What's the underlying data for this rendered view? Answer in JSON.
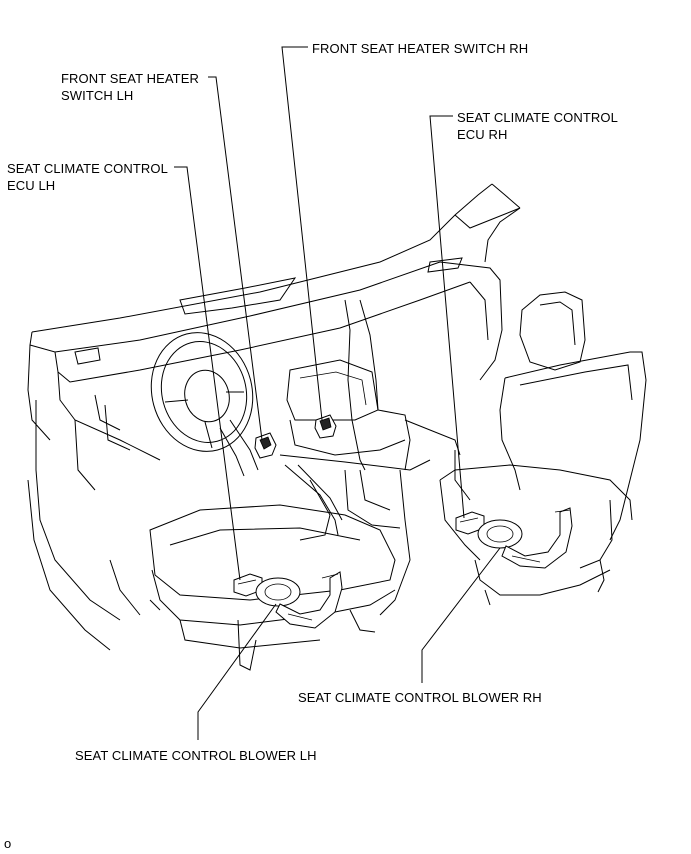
{
  "labels": {
    "front_seat_heater_switch_rh": "FRONT SEAT HEATER SWITCH RH",
    "front_seat_heater_switch_lh_line1": "FRONT SEAT HEATER",
    "front_seat_heater_switch_lh_line2": "SWITCH LH",
    "seat_climate_control_ecu_rh_line1": "SEAT CLIMATE CONTROL",
    "seat_climate_control_ecu_rh_line2": "ECU RH",
    "seat_climate_control_ecu_lh_line1": "SEAT CLIMATE CONTROL",
    "seat_climate_control_ecu_lh_line2": "ECU LH",
    "seat_climate_control_blower_rh": "SEAT CLIMATE CONTROL BLOWER RH",
    "seat_climate_control_blower_lh": "SEAT CLIMATE CONTROL BLOWER LH"
  },
  "figure_code": "o"
}
